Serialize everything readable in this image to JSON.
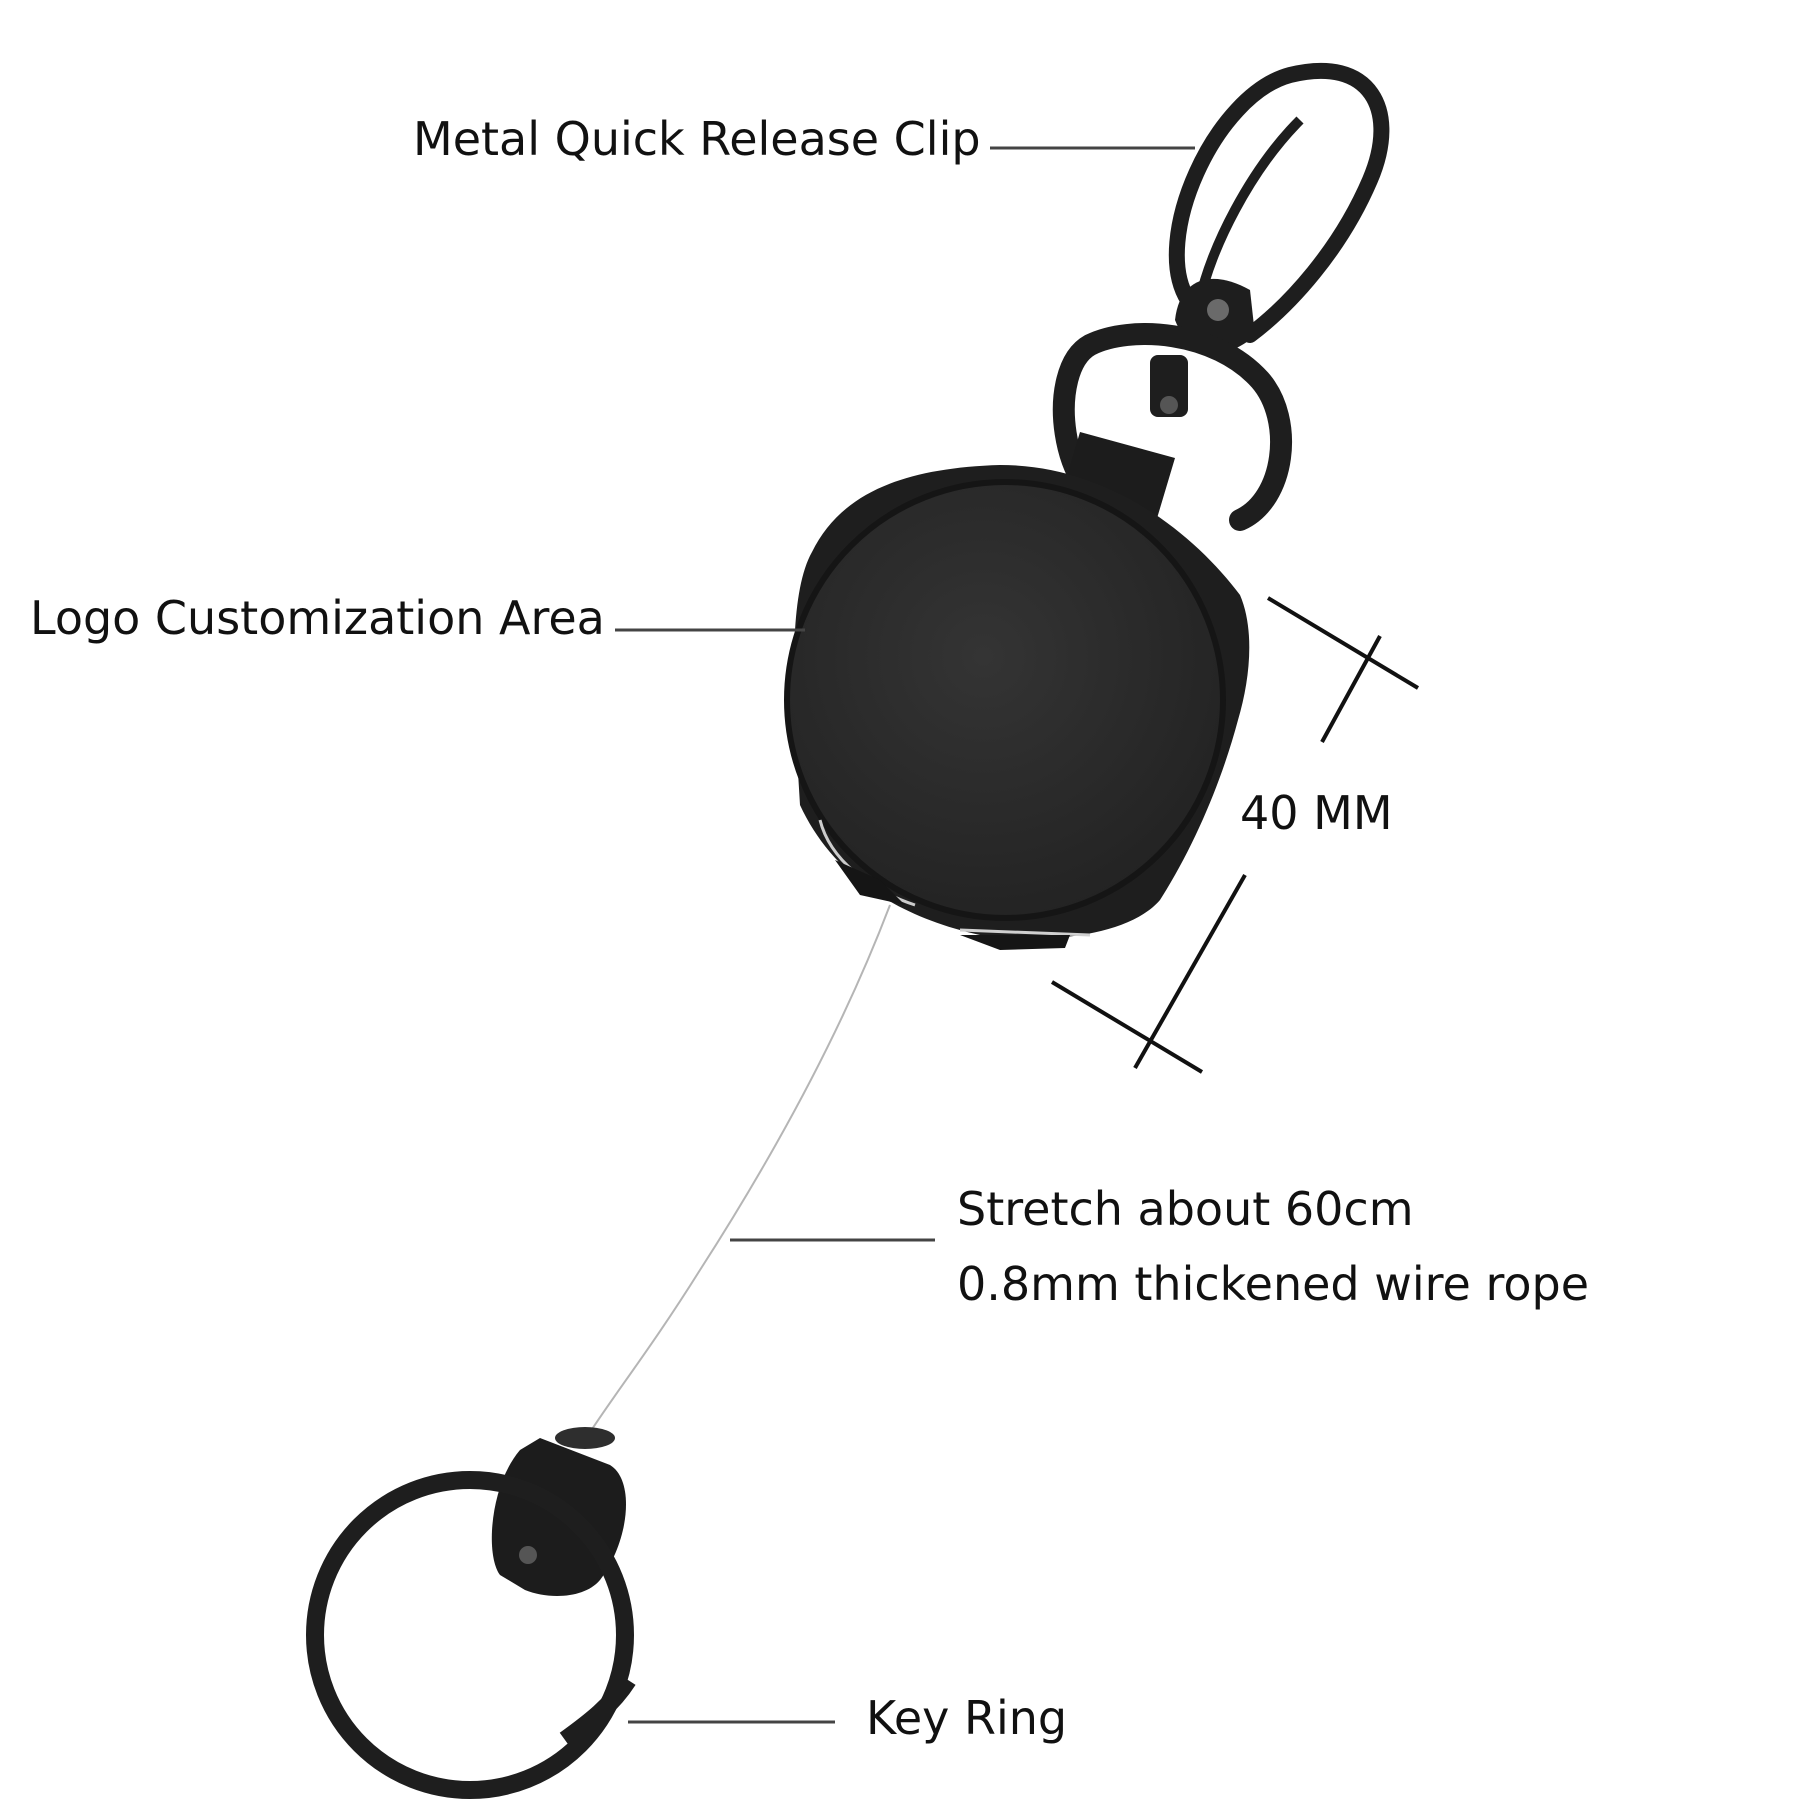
{
  "callouts": {
    "clip": "Metal Quick Release Clip",
    "logo_area": "Logo Customization Area",
    "size": "40 MM",
    "stretch_line1": "Stretch about 60cm",
    "stretch_line2": "0.8mm thickened wire rope",
    "key_ring": "Key Ring"
  },
  "colors": {
    "product": "#1e1e1e",
    "product_face": "#2b2b2b",
    "leader_line": "#444444",
    "dimension_line": "#111111",
    "wire": "#b5b5b5",
    "background": "#ffffff"
  }
}
